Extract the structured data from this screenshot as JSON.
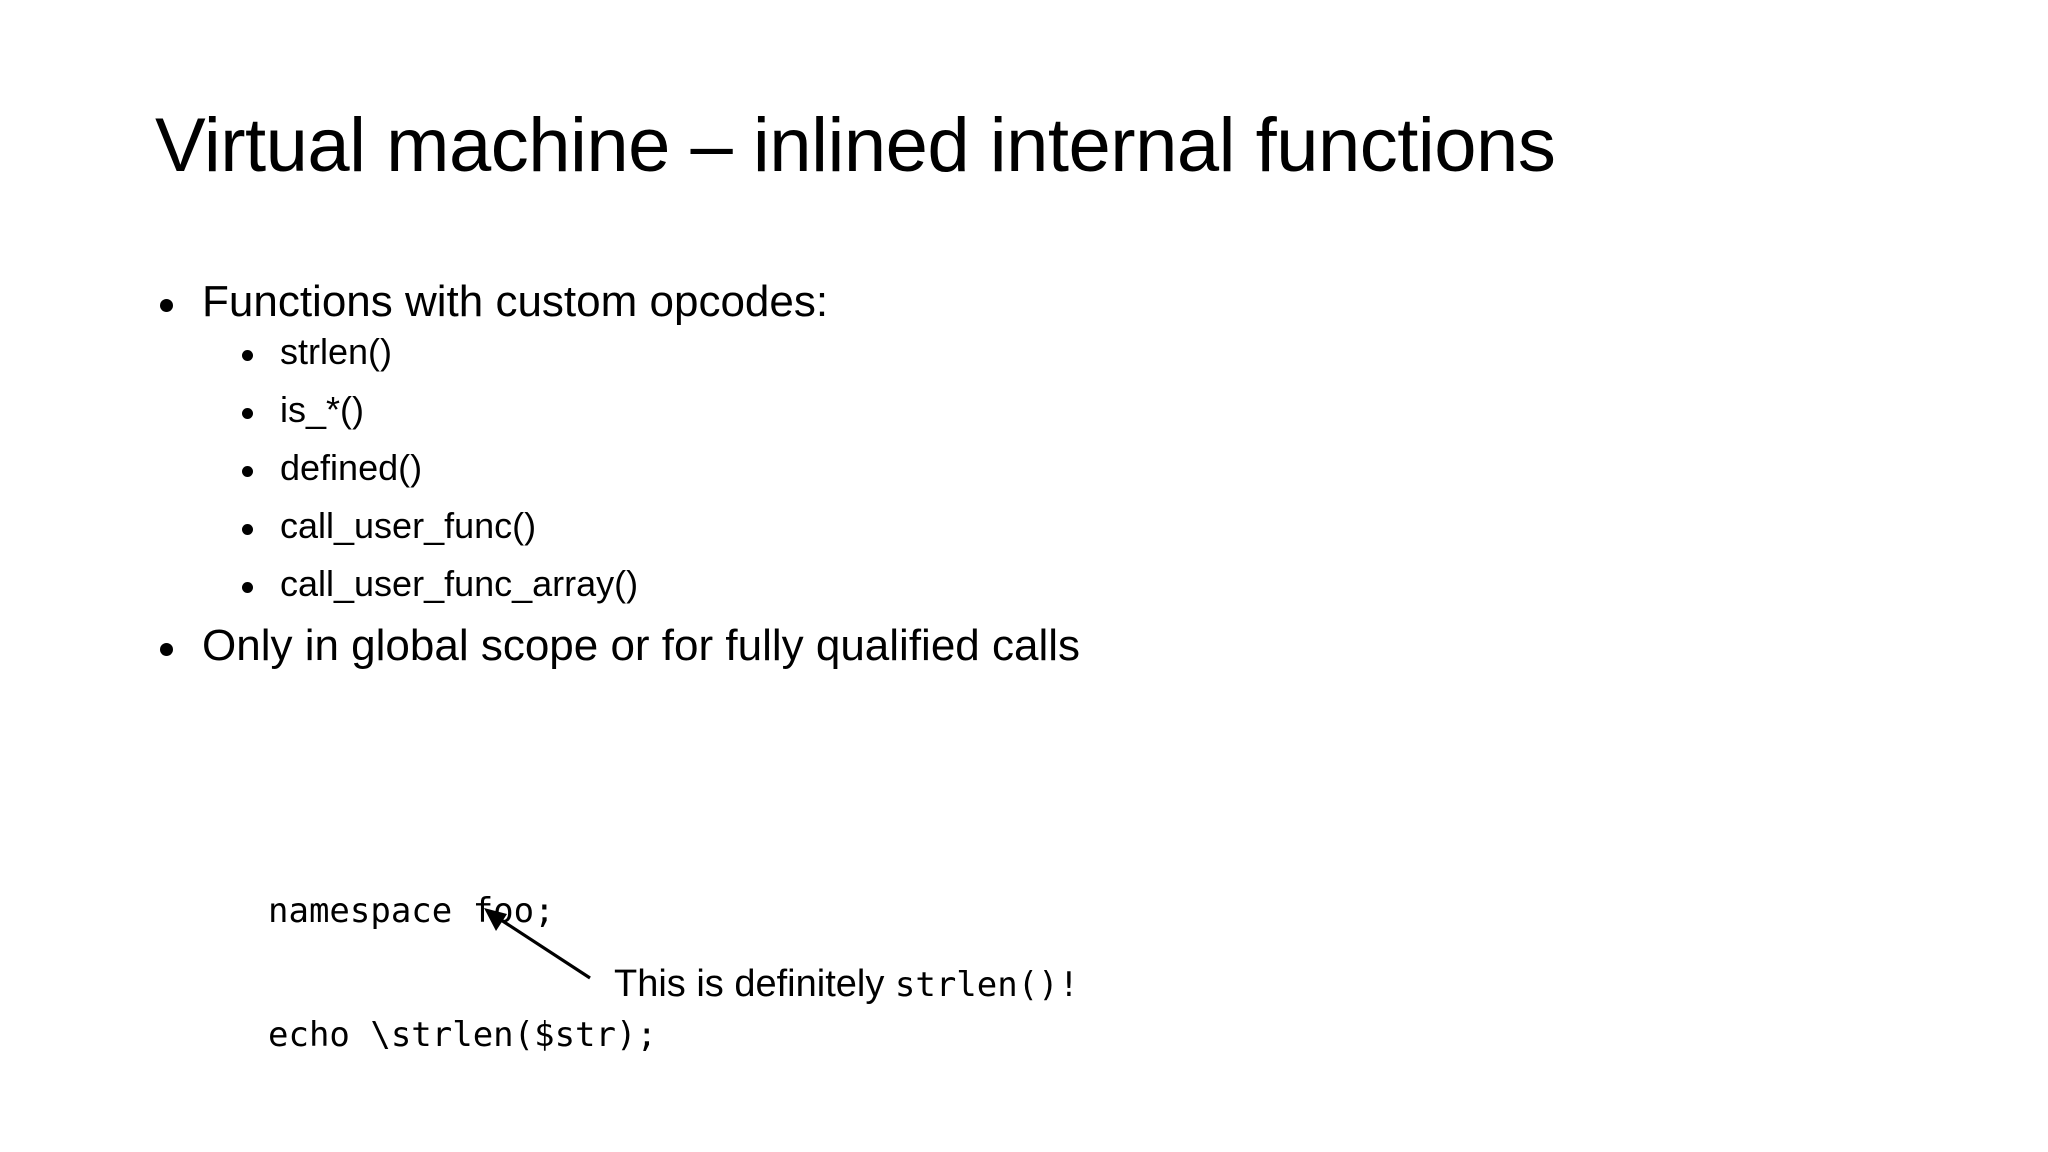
{
  "slide": {
    "title": "Virtual machine – inlined internal functions",
    "background_color": "#ffffff",
    "text_color": "#000000",
    "bullets": [
      {
        "level": 1,
        "text": "Functions with custom opcodes:"
      },
      {
        "level": 2,
        "text": "strlen()"
      },
      {
        "level": 2,
        "text": "is_*()"
      },
      {
        "level": 2,
        "text": "defined()"
      },
      {
        "level": 2,
        "text": "call_user_func()"
      },
      {
        "level": 2,
        "text": "call_user_func_array()"
      },
      {
        "level": 1,
        "text": "Only in global scope or for fully qualified calls"
      }
    ],
    "code_block": {
      "line1": "namespace foo;",
      "line2": "echo \\strlen($str);"
    },
    "annotation": {
      "prefix": "This is definitely ",
      "code": "strlen()!"
    },
    "arrow": {
      "label": "callout-arrow",
      "color": "#000000"
    }
  }
}
